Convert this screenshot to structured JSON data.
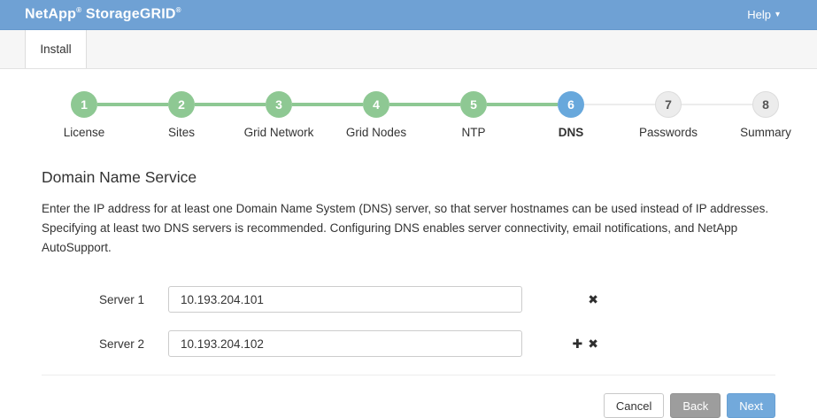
{
  "header": {
    "brand_name": "NetApp",
    "brand_product": "StorageGRID",
    "reg_mark": "®",
    "help_label": "Help",
    "help_caret": "▾"
  },
  "tabs": {
    "install_label": "Install"
  },
  "stepper": {
    "steps": [
      {
        "num": "1",
        "label": "License",
        "state": "complete"
      },
      {
        "num": "2",
        "label": "Sites",
        "state": "complete"
      },
      {
        "num": "3",
        "label": "Grid Network",
        "state": "complete"
      },
      {
        "num": "4",
        "label": "Grid Nodes",
        "state": "complete"
      },
      {
        "num": "5",
        "label": "NTP",
        "state": "complete"
      },
      {
        "num": "6",
        "label": "DNS",
        "state": "active"
      },
      {
        "num": "7",
        "label": "Passwords",
        "state": "pending"
      },
      {
        "num": "8",
        "label": "Summary",
        "state": "pending"
      }
    ]
  },
  "main": {
    "title": "Domain Name Service",
    "description": "Enter the IP address for at least one Domain Name System (DNS) server, so that server hostnames can be used instead of IP addresses. Specifying at least two DNS servers is recommended. Configuring DNS enables server connectivity, email notifications, and NetApp AutoSupport."
  },
  "form": {
    "rows": [
      {
        "label": "Server 1",
        "value": "10.193.204.101"
      },
      {
        "label": "Server 2",
        "value": "10.193.204.102"
      }
    ]
  },
  "icons": {
    "remove": "✖",
    "add": "✚"
  },
  "footer": {
    "cancel_label": "Cancel",
    "back_label": "Back",
    "next_label": "Next"
  },
  "colors": {
    "header_blue": "#6fa1d4",
    "step_green": "#8ec893",
    "step_active_blue": "#68a8dc",
    "step_pending_gray": "#ececec",
    "next_button_blue": "#72a9db",
    "back_button_gray": "#9d9d9d"
  }
}
